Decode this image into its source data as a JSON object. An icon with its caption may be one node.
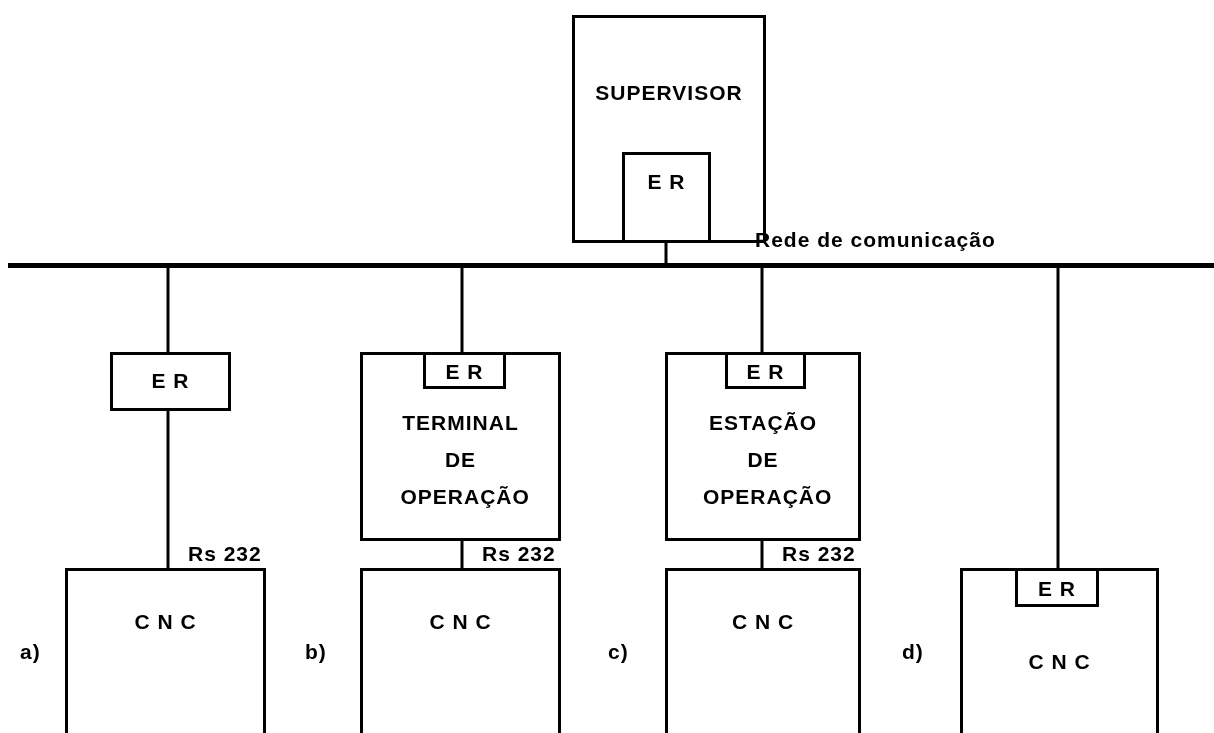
{
  "diagram": {
    "nodes": [
      {
        "text": [
          "SUPERVISOR"
        ]
      },
      {
        "text": [
          "E R"
        ],
        "in": 0
      },
      {
        "text": [],
        "shape": "bar",
        "beside": [
          "Rede de comunicação"
        ]
      },
      {
        "text": [
          "E R"
        ]
      },
      {
        "text": [
          "C N C"
        ],
        "beside": [
          "a)"
        ]
      },
      {
        "text": [
          "TERMINAL DE OPERAÇÃO"
        ]
      },
      {
        "text": [
          "E R"
        ],
        "in": 5
      },
      {
        "text": [
          "C N C"
        ],
        "beside": [
          "b)"
        ]
      },
      {
        "text": [
          "ESTAÇÃO DE OPERAÇÃO"
        ]
      },
      {
        "text": [
          "E R"
        ],
        "in": 8
      },
      {
        "text": [
          "C N C"
        ],
        "beside": [
          "c)"
        ]
      },
      {
        "text": [
          "C N C"
        ],
        "beside": [
          "d)"
        ]
      },
      {
        "text": [
          "E R"
        ],
        "in": 11
      }
    ],
    "edges": [
      {
        "from": 1,
        "to": 2,
        "arrow": "none"
      },
      {
        "from": 2,
        "to": 3,
        "arrow": "none"
      },
      {
        "from": 3,
        "to": 4,
        "arrow": "none",
        "label": "Rs 232"
      },
      {
        "from": 2,
        "to": 5,
        "arrow": "none"
      },
      {
        "from": 5,
        "to": 7,
        "arrow": "none",
        "label": "Rs 232"
      },
      {
        "from": 2,
        "to": 8,
        "arrow": "none"
      },
      {
        "from": 8,
        "to": 10,
        "arrow": "none",
        "label": "Rs 232"
      },
      {
        "from": 2,
        "to": 12,
        "arrow": "none"
      }
    ]
  }
}
